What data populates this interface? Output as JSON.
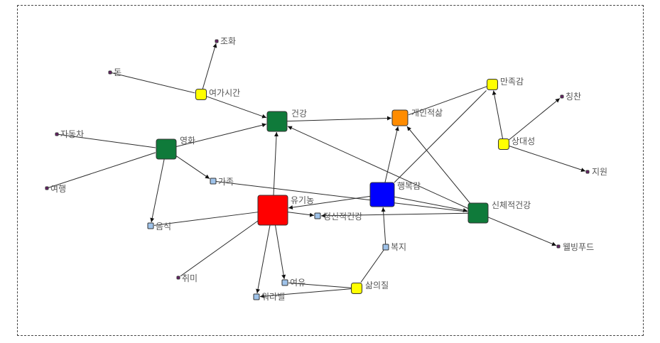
{
  "network": {
    "nodes": [
      {
        "id": "jowa",
        "label": "조화",
        "kind": "dot",
        "color": "#6b1f6b"
      },
      {
        "id": "don",
        "label": "돈",
        "kind": "dot",
        "color": "#6b1f6b"
      },
      {
        "id": "yeogasigan",
        "label": "여가시간",
        "kind": "yellow",
        "color": "#ffff00"
      },
      {
        "id": "geongang",
        "label": "건강",
        "kind": "green",
        "color": "#0f7a3a"
      },
      {
        "id": "gaeinjeoksam",
        "label": "개인적삶",
        "kind": "orange",
        "color": "#ff8c00"
      },
      {
        "id": "manjokgam",
        "label": "만족감",
        "kind": "yellow",
        "color": "#ffff00"
      },
      {
        "id": "chingchan",
        "label": "칭찬",
        "kind": "dot",
        "color": "#6b1f6b"
      },
      {
        "id": "jadongcha",
        "label": "자동차",
        "kind": "dot",
        "color": "#6b1f6b"
      },
      {
        "id": "yeonghwa",
        "label": "영화",
        "kind": "green",
        "color": "#0f7a3a"
      },
      {
        "id": "sangdaeseong",
        "label": "상대성",
        "kind": "yellow",
        "color": "#ffff00"
      },
      {
        "id": "jiwon",
        "label": "지원",
        "kind": "dot",
        "color": "#6b1f6b"
      },
      {
        "id": "gajok",
        "label": "가족",
        "kind": "lightblue",
        "color": "#9fc3ea"
      },
      {
        "id": "yeohaeng",
        "label": "여행",
        "kind": "dot",
        "color": "#6b1f6b"
      },
      {
        "id": "haengbokgam",
        "label": "행복감",
        "kind": "blue",
        "color": "#0000ff"
      },
      {
        "id": "yuginong",
        "label": "유기농",
        "kind": "red",
        "color": "#ff0000"
      },
      {
        "id": "sinchejeokgeongang",
        "label": "신체적건강",
        "kind": "green",
        "color": "#0f7a3a"
      },
      {
        "id": "eumsik",
        "label": "음식",
        "kind": "lightblue",
        "color": "#9fc3ea"
      },
      {
        "id": "jeongsinjeokgeongang",
        "label": "정신적건강",
        "kind": "lightblue",
        "color": "#9fc3ea"
      },
      {
        "id": "wellbeingfood",
        "label": "웰빙푸드",
        "kind": "dot",
        "color": "#6b1f6b"
      },
      {
        "id": "bokji",
        "label": "복지",
        "kind": "lightblue",
        "color": "#9fc3ea"
      },
      {
        "id": "chwimi",
        "label": "취미",
        "kind": "dot",
        "color": "#6b1f6b"
      },
      {
        "id": "yeoyu",
        "label": "여유",
        "kind": "lightblue",
        "color": "#9fc3ea"
      },
      {
        "id": "samuijil",
        "label": "삶의질",
        "kind": "yellow",
        "color": "#ffff00"
      },
      {
        "id": "worklabel",
        "label": "워라밸",
        "kind": "lightblue",
        "color": "#9fc3ea"
      }
    ],
    "edges": [
      {
        "from": "yeogasigan",
        "to": "jowa",
        "arrow": true
      },
      {
        "from": "don",
        "to": "yeogasigan",
        "arrow": false
      },
      {
        "from": "yeogasigan",
        "to": "geongang",
        "arrow": true
      },
      {
        "from": "yeonghwa",
        "to": "geongang",
        "arrow": true
      },
      {
        "from": "jadongcha",
        "to": "yeonghwa",
        "arrow": false
      },
      {
        "from": "yeohaeng",
        "to": "yeonghwa",
        "arrow": false
      },
      {
        "from": "yeonghwa",
        "to": "eumsik",
        "arrow": true
      },
      {
        "from": "yeonghwa",
        "to": "gajok",
        "arrow": true
      },
      {
        "from": "geongang",
        "to": "gaeinjeoksam",
        "arrow": true
      },
      {
        "from": "manjokgam",
        "to": "gaeinjeoksam",
        "arrow": false
      },
      {
        "from": "sangdaeseong",
        "to": "manjokgam",
        "arrow": true
      },
      {
        "from": "sangdaeseong",
        "to": "chingchan",
        "arrow": true
      },
      {
        "from": "sangdaeseong",
        "to": "jiwon",
        "arrow": true
      },
      {
        "from": "haengbokgam",
        "to": "gaeinjeoksam",
        "arrow": true
      },
      {
        "from": "haengbokgam",
        "to": "manjokgam",
        "arrow": false
      },
      {
        "from": "sinchejeokgeongang",
        "to": "gaeinjeoksam",
        "arrow": true
      },
      {
        "from": "sinchejeokgeongang",
        "to": "geongang",
        "arrow": true
      },
      {
        "from": "yuginong",
        "to": "geongang",
        "arrow": true
      },
      {
        "from": "haengbokgam",
        "to": "yuginong",
        "arrow": true
      },
      {
        "from": "gajok",
        "to": "sinchejeokgeongang",
        "arrow": false
      },
      {
        "from": "haengbokgam",
        "to": "sinchejeokgeongang",
        "arrow": true
      },
      {
        "from": "sinchejeokgeongang",
        "to": "jeongsinjeokgeongang",
        "arrow": true
      },
      {
        "from": "yuginong",
        "to": "jeongsinjeokgeongang",
        "arrow": true
      },
      {
        "from": "yuginong",
        "to": "eumsik",
        "arrow": false
      },
      {
        "from": "sinchejeokgeongang",
        "to": "wellbeingfood",
        "arrow": true
      },
      {
        "from": "bokji",
        "to": "haengbokgam",
        "arrow": true
      },
      {
        "from": "bokji",
        "to": "samuijil",
        "arrow": false
      },
      {
        "from": "samuijil",
        "to": "yeoyu",
        "arrow": false
      },
      {
        "from": "samuijil",
        "to": "worklabel",
        "arrow": true
      },
      {
        "from": "yuginong",
        "to": "chwimi",
        "arrow": false
      },
      {
        "from": "yuginong",
        "to": "yeoyu",
        "arrow": true
      },
      {
        "from": "yuginong",
        "to": "worklabel",
        "arrow": true
      }
    ]
  }
}
